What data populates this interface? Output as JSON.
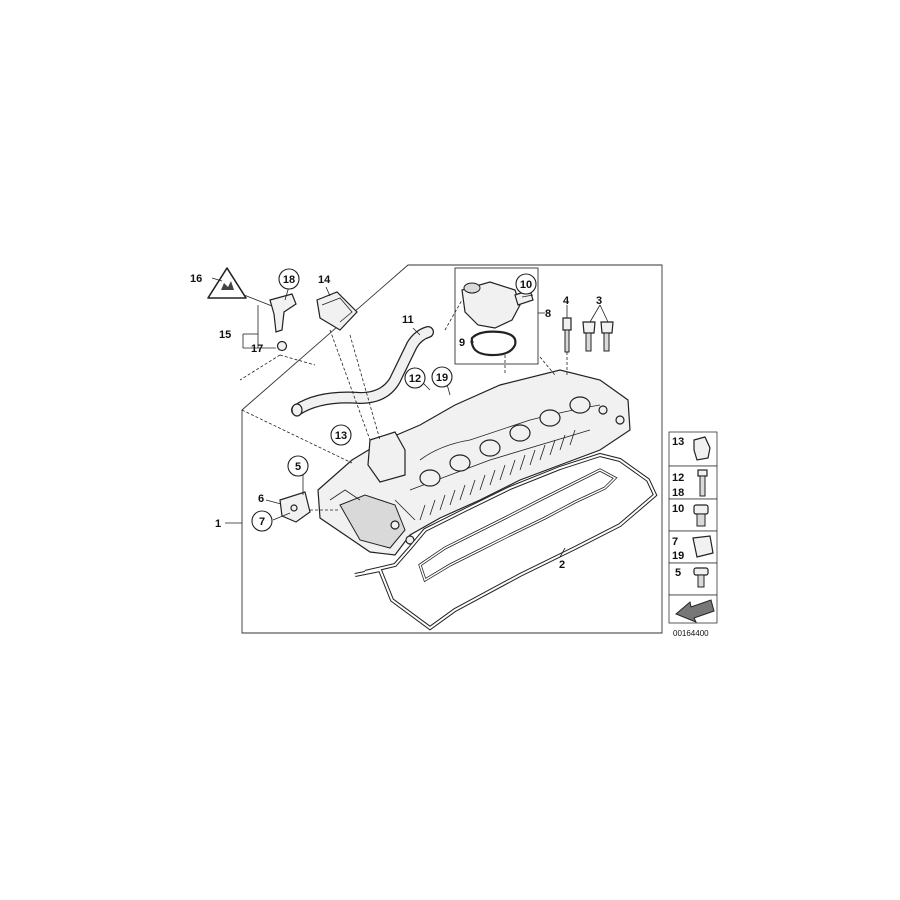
{
  "diagram_code": "00164400",
  "callouts": {
    "c1": "1",
    "c2": "2",
    "c3": "3",
    "c4": "4",
    "c5": "5",
    "c6": "6",
    "c7": "7",
    "c8": "8",
    "c9": "9",
    "c10": "10",
    "c11": "11",
    "c12": "12",
    "c13": "13",
    "c14": "14",
    "c15": "15",
    "c16": "16",
    "c17": "17",
    "c18": "18",
    "c19": "19"
  },
  "legend": {
    "row1": [
      "13"
    ],
    "row2": [
      "12",
      "18"
    ],
    "row3": [
      "10"
    ],
    "row4": [
      "7",
      "19"
    ],
    "row5": [
      "5"
    ]
  }
}
